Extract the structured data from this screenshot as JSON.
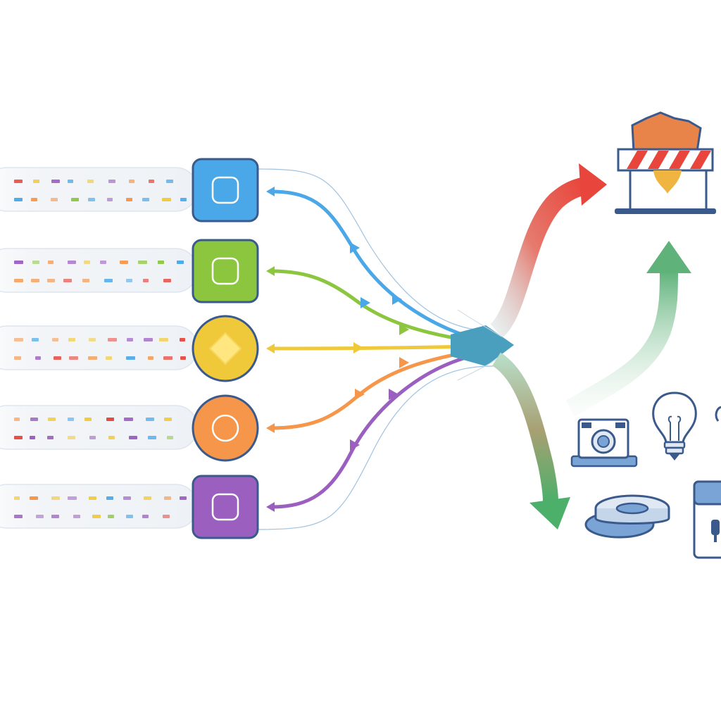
{
  "colors": {
    "background": "#ffffff",
    "stream_blue": "#4aa8e8",
    "stream_green": "#8cc63f",
    "stream_yellow": "#f0c93a",
    "stream_orange": "#f5964a",
    "stream_purple": "#9b5fc0",
    "hub_arrow": "#4a9fbf",
    "out_red": "#e8463c",
    "out_green": "#4caf6a",
    "barrier_orange": "#e8844a",
    "icon_outline": "#3a5a8c",
    "icon_fill": "#dfe8f3"
  },
  "streams": [
    {
      "id": "blue",
      "color_key": "stream_blue",
      "node_icon": "rounded-square-icon"
    },
    {
      "id": "green",
      "color_key": "stream_green",
      "node_icon": "rounded-square-icon"
    },
    {
      "id": "yellow",
      "color_key": "stream_yellow",
      "node_icon": "diamond-icon"
    },
    {
      "id": "orange",
      "color_key": "stream_orange",
      "node_icon": "circle-icon"
    },
    {
      "id": "purple",
      "color_key": "stream_purple",
      "node_icon": "rounded-square-icon"
    }
  ],
  "outputs": [
    {
      "id": "blocked",
      "icon": "barrier-icon",
      "arrow": "red-up-arrow"
    },
    {
      "id": "approved",
      "icon": "green-up-arrow"
    },
    {
      "id": "archived",
      "icon": "green-down-arrow"
    }
  ],
  "destination_icons": [
    "camera-icon",
    "lightbulb-icon",
    "tape-roll-icon",
    "locked-window-icon"
  ]
}
